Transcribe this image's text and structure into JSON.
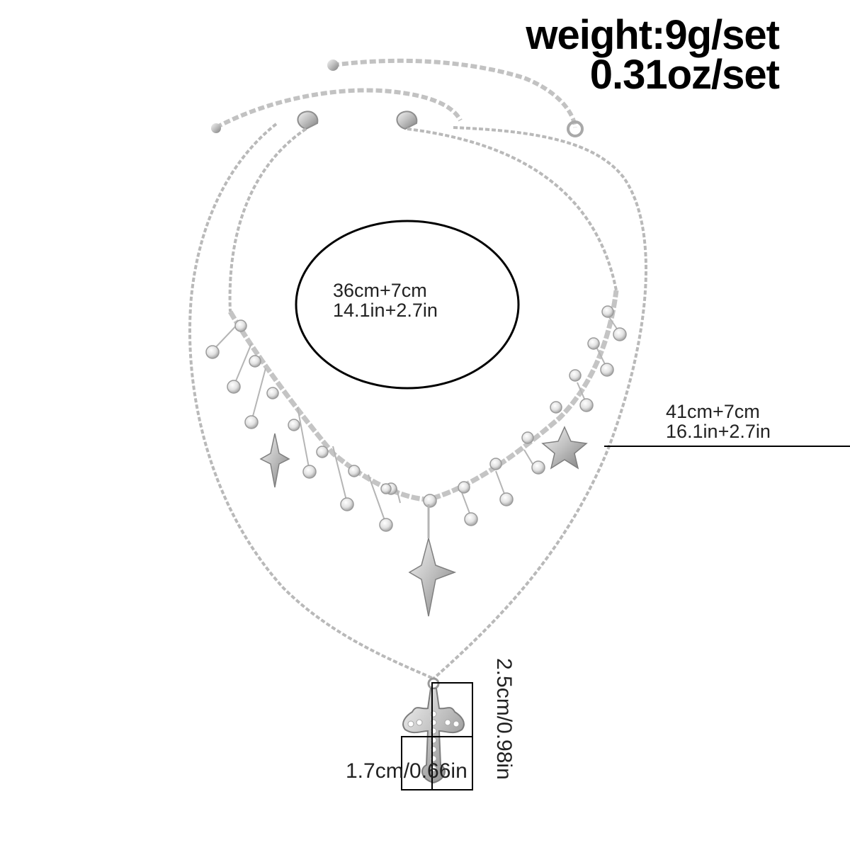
{
  "weight": {
    "line1": "weight:9g/set",
    "line2": "0.31oz/set"
  },
  "inner_necklace": {
    "size_cm": "36cm+7cm",
    "size_in": "14.1in+2.7in"
  },
  "outer_necklace": {
    "size_cm": "41cm+7cm",
    "size_in": "16.1in+2.7in"
  },
  "pendant": {
    "width": "1.7cm/0.66in",
    "height": "2.5cm/0.98in"
  },
  "colors": {
    "background": "#ffffff",
    "silver": "#c8c8c8",
    "silver_dark": "#8e8e8e",
    "text": "#111111"
  }
}
